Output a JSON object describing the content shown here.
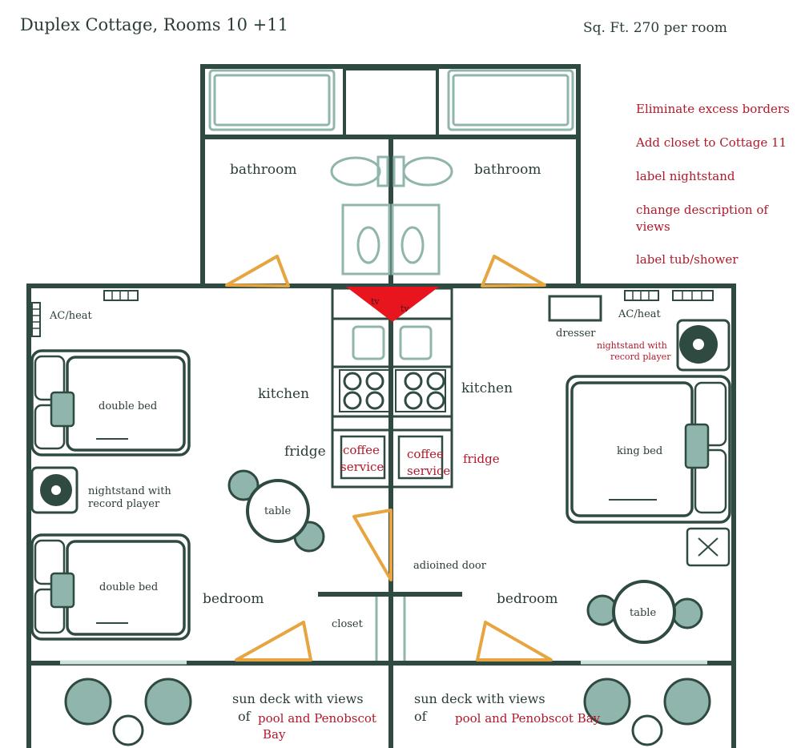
{
  "header": {
    "title": "Duplex Cottage, Rooms 10 +11",
    "sqft": "Sq. Ft. 270 per room"
  },
  "notes": [
    "Eliminate excess borders",
    "Add closet to Cottage 11",
    "label nightstand",
    "change description of",
    "views",
    "label tub/shower"
  ],
  "rooms": {
    "left": {
      "bathroom": "bathroom",
      "ac": "AC/heat",
      "bed1": "double bed",
      "bed2": "double bed",
      "nightstand_line1": "nightstand with",
      "nightstand_line2": "record player",
      "kitchen": "kitchen",
      "fridge": "fridge",
      "coffee_line1": "coffee",
      "coffee_line2": "service",
      "tv": "tv",
      "table": "table",
      "bedroom": "bedroom",
      "closet": "closet",
      "deck_line1": "sun deck with views",
      "deck_of": "of",
      "deck_red1": "pool and Penobscot",
      "deck_red2": "Bay"
    },
    "right": {
      "bathroom": "bathroom",
      "ac": "AC/heat",
      "dresser": "dresser",
      "nightstand_line1": "nightstand with",
      "nightstand_line2": "record player",
      "kitchen": "kitchen",
      "fridge": "fridge",
      "coffee_line1": "coffee",
      "coffee_line2": "service",
      "tv": "tv",
      "bed": "king bed",
      "adjoined_door": "adioined door",
      "bedroom": "bedroom",
      "table": "table",
      "deck_line1": "sun deck with views",
      "deck_of": "of",
      "deck_red": "pool and Penobscot Bay"
    }
  },
  "colors": {
    "wall": "#2f4a40",
    "fixture": "#8fb5ad",
    "door_swing": "#e6a540",
    "annotation": "#b3182a",
    "tv_marker": "#e8141e"
  }
}
